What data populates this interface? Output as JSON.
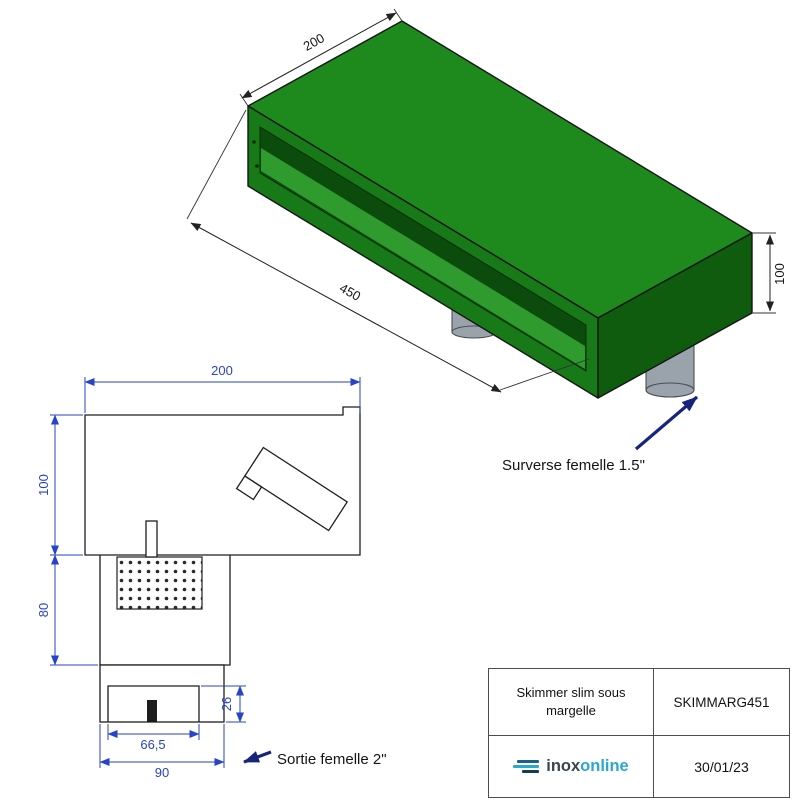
{
  "iso_view": {
    "dim_depth": "200",
    "dim_length": "450",
    "dim_height": "100",
    "overflow_label": "Surverse femelle 1.5\""
  },
  "front_view": {
    "dim_width": "200",
    "dim_height_upper": "100",
    "dim_height_lower": "80",
    "dim_outlet_height": "26",
    "dim_outlet_inner": "66,5",
    "dim_outlet_outer": "90",
    "outlet_label": "Sortie femelle 2\""
  },
  "table": {
    "product_name": "Skimmer slim sous margelle",
    "product_code": "SKIMMARG451",
    "brand": {
      "inox": "inox",
      "online": "online"
    },
    "date": "30/01/23"
  },
  "colors": {
    "box_top": "#1e8a1e",
    "box_front": "#177917",
    "box_side": "#0f5c0f",
    "slot_dark": "#0b4b0b",
    "slot_inner": "#2f9b2f",
    "pipe_gray": "#9aa2ab",
    "dim_blue": "#2743c7",
    "arrow_navy": "#16247c",
    "brand_dark": "#3a4750",
    "brand_cyan": "#2aa9cc"
  }
}
